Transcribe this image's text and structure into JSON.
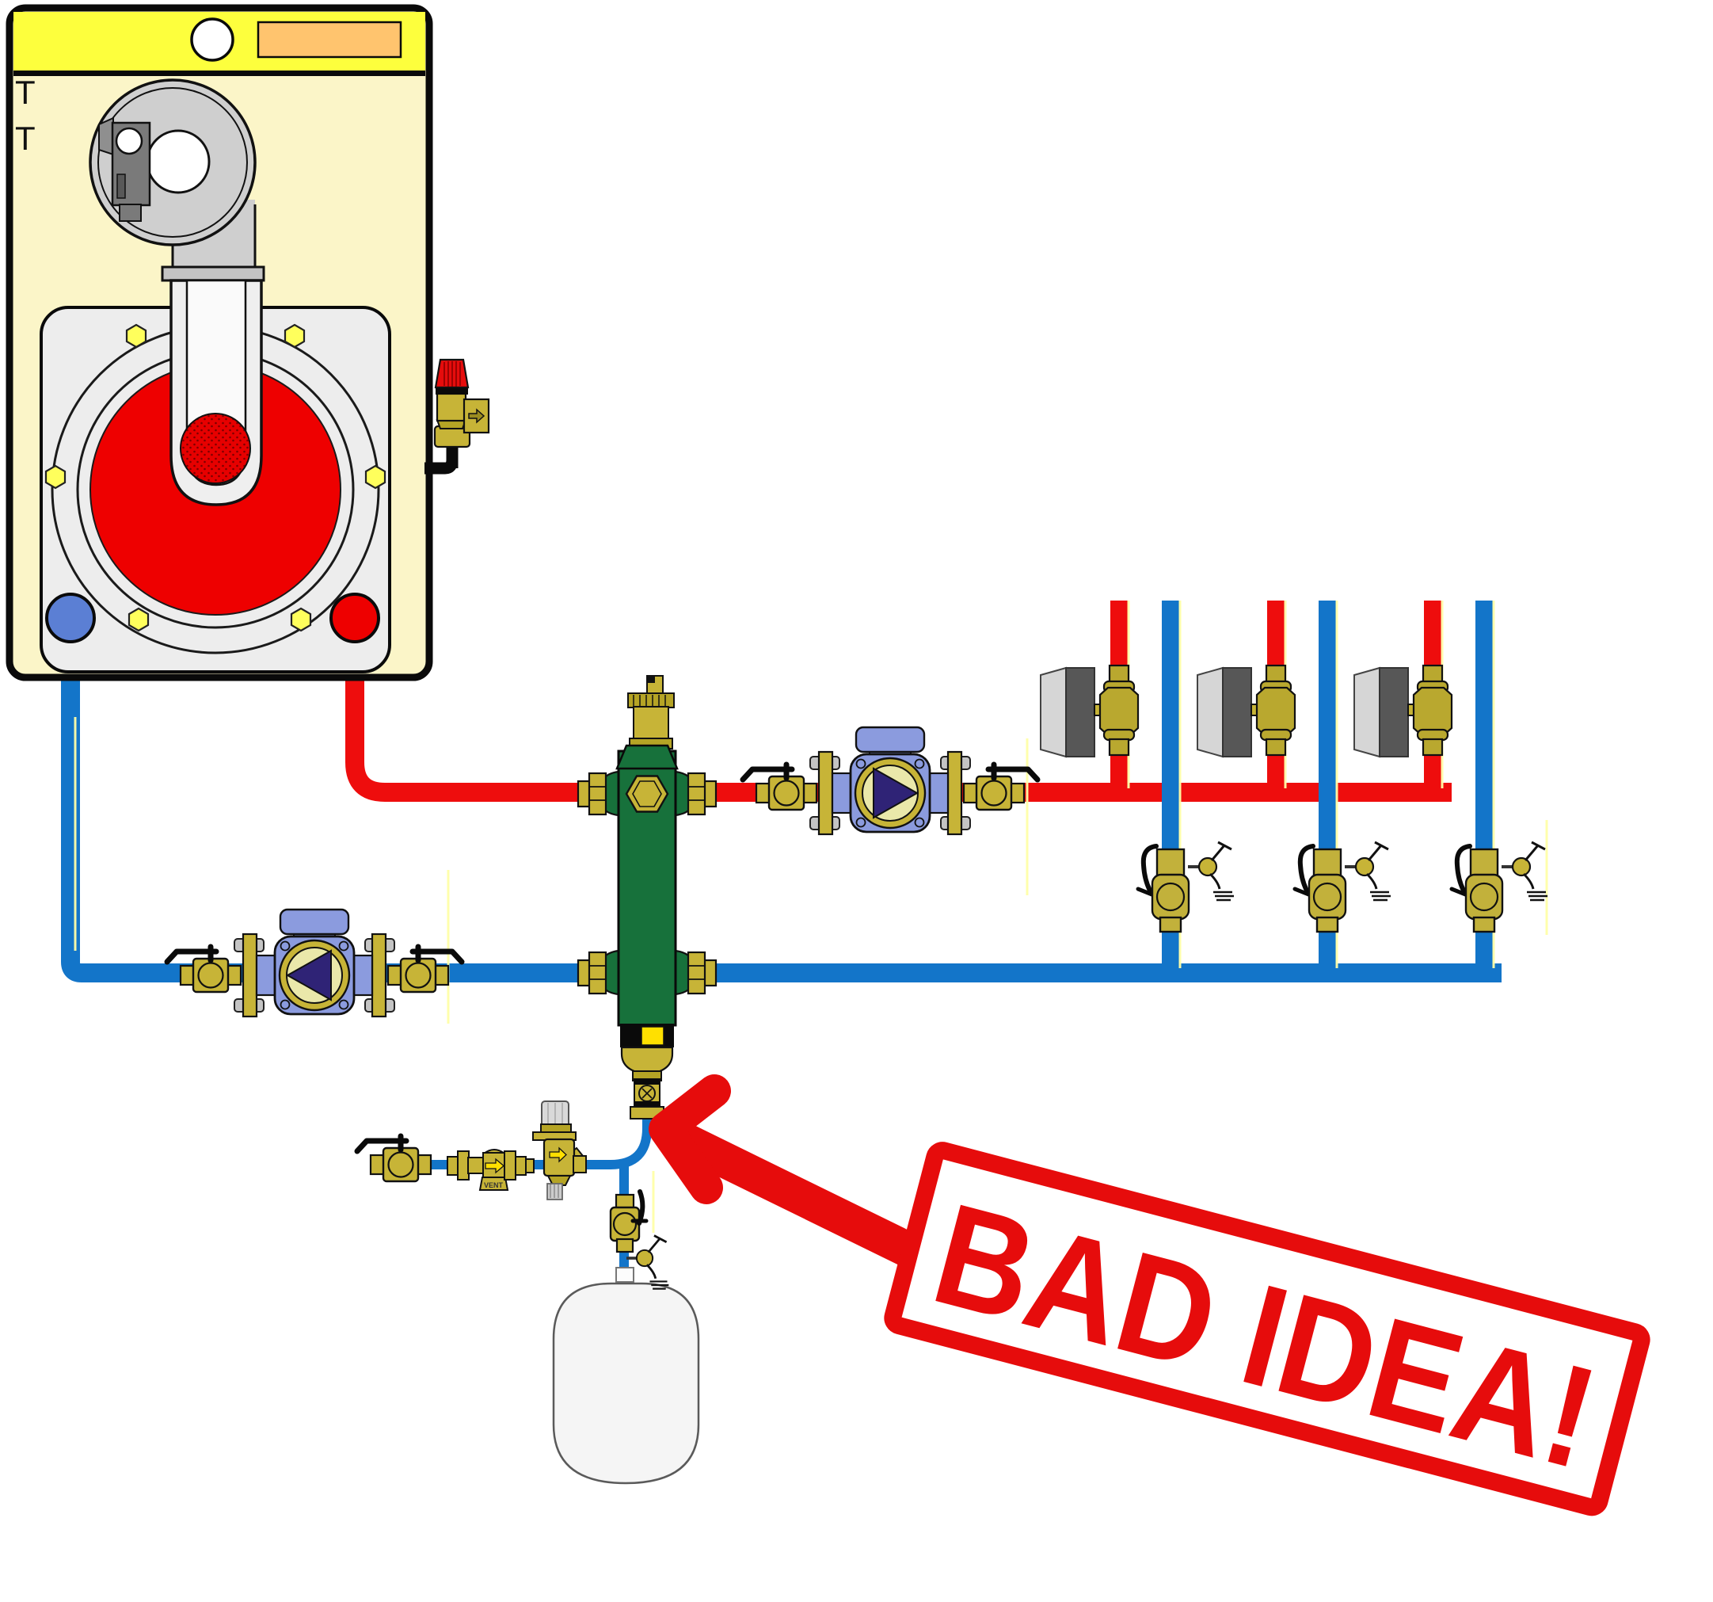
{
  "page": {
    "background": "#ffffff",
    "kind": "hydronic-piping-diagram"
  },
  "boiler": {
    "temp_labels": [
      "T",
      "T"
    ]
  },
  "fill_assembly": {
    "vent_label": "VENT"
  },
  "stamp": {
    "text": "BAD IDEA!",
    "color": "#e60c0c"
  },
  "colors": {
    "supply_pipe": "#ee0d0d",
    "return_pipe": "#1375c9",
    "brass": "#c7b437",
    "separator_green": "#17713b",
    "pump_blue": "#8b9bde",
    "pump_impeller": "#eae8aa",
    "pump_triangle": "#2f2376",
    "boiler_body": "#fbf5c8",
    "boiler_band": "#fdff3d",
    "boiler_plate_orange": "#ffc46e",
    "combustion_red": "#ee0000",
    "stamp_red": "#e60c0c",
    "tank_gray": "#f5f5f5",
    "zone_box_gray": "#d6d6d6"
  },
  "components": [
    "boiler",
    "burner-blower",
    "combustion-chamber",
    "boiler-air-vent",
    "pressure-relief-valve",
    "hydraulic-separator",
    "separator-air-vent",
    "separator-drain-valve",
    "supply-circulator-pump",
    "return-circulator-pump",
    "zone-valve-1",
    "zone-valve-2",
    "zone-valve-3",
    "balancing-valve-1",
    "balancing-valve-2",
    "balancing-valve-3",
    "fill-ball-valve",
    "backflow-preventer",
    "pressure-reducing-valve",
    "expansion-tank",
    "tank-isolation-valve",
    "tank-drain-valve",
    "annotation-arrow",
    "bad-idea-stamp"
  ]
}
